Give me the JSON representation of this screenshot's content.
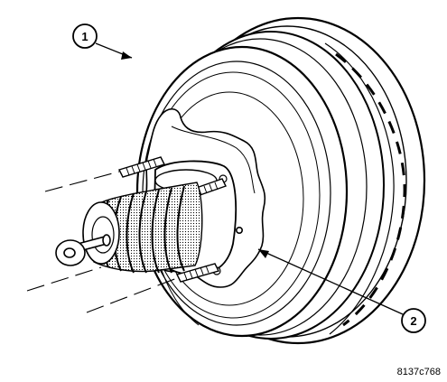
{
  "callouts": [
    {
      "id": "1",
      "label": "1"
    },
    {
      "id": "2",
      "label": "2"
    }
  ],
  "figure_code": "8137c768",
  "colors": {
    "ink": "#000000",
    "paper": "#ffffff"
  }
}
